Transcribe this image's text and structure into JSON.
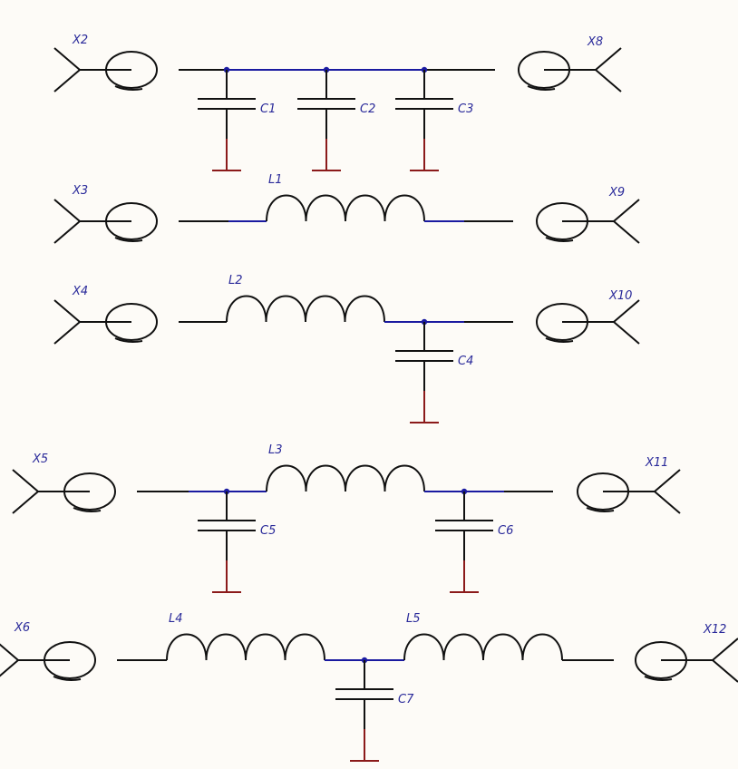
{
  "colors": {
    "background": "#fdfbf7",
    "wire": "#111111",
    "net": "#1a1aa0",
    "ground": "#8b1a1a",
    "label": "#2a2a9a"
  },
  "connectors": {
    "X2": "X2",
    "X3": "X3",
    "X4": "X4",
    "X5": "X5",
    "X6": "X6",
    "X8": "X8",
    "X9": "X9",
    "X10": "X10",
    "X11": "X11",
    "X12": "X12"
  },
  "capacitors": {
    "C1": "C1",
    "C2": "C2",
    "C3": "C3",
    "C4": "C4",
    "C5": "C5",
    "C6": "C6",
    "C7": "C7"
  },
  "inductors": {
    "L1": "L1",
    "L2": "L2",
    "L3": "L3",
    "L4": "L4",
    "L5": "L5"
  }
}
